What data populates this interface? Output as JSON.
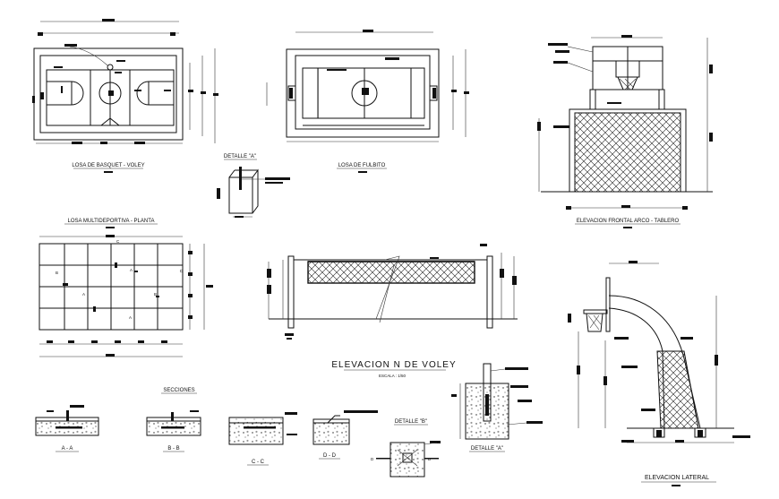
{
  "drawing": {
    "losa_basquet": "LOSA DE BASQUET - VOLEY",
    "detalle_a_top": "DETALLE \"A\"",
    "losa_fulbito": "LOSA DE FULBITO",
    "elevacion_frontal": "ELEVACION FRONTAL ARCO - TABLERO",
    "losa_multideportiva": "LOSA MULTIDEPORTIVA - PLANTA",
    "elevacion_voley": "ELEVACION N DE VOLEY",
    "escala": "ESCALA : 1/50",
    "secciones": "SECCIONES",
    "sec_aa": "A - A",
    "sec_bb": "B - B",
    "sec_cc": "C - C",
    "sec_dd": "D - D",
    "detalle_b": "DETALLE \"B\"",
    "detalle_a_bottom": "DETALLE \"A\"",
    "elevacion_lateral": "ELEVACION LATERAL",
    "mark_a": "A",
    "mark_b": "B",
    "mark_c": "C",
    "mark_d": "D"
  }
}
